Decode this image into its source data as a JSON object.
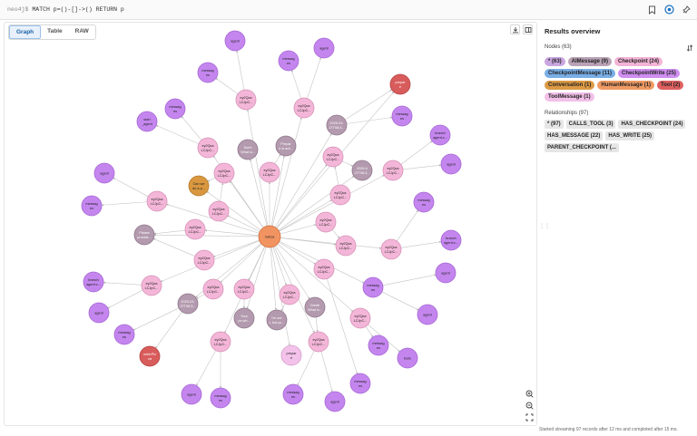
{
  "query": {
    "prompt": "neo4j$",
    "text": "MATCH p=()-[]->() RETURN p"
  },
  "tabs": [
    "Graph",
    "Table",
    "RAW"
  ],
  "status": "Started streaming 97 records after 12 ms and completed after 15 ms.",
  "colors": {
    "agent": "#c990c0",
    "agent_fill": "#c583e8",
    "message": "#d67cd6",
    "aimessage": "#a5abb6",
    "checkpoint": "#f1b8d8",
    "checkpoint_message": "#6da3de",
    "checkpoint_write": "#c990f0",
    "conversation": "#d6903a",
    "human": "#ec9a5e",
    "tool": "#da5e5e",
    "toolmessage": "#f0bde6"
  },
  "panel": {
    "title": "Results overview",
    "nodes_label": "Nodes (63)",
    "node_chips": [
      {
        "label": "* (63)",
        "color": "#c9a6df"
      },
      {
        "label": "AIMessage (9)",
        "color": "#b9a2b6"
      },
      {
        "label": "Checkpoint (24)",
        "color": "#f3b4d6"
      },
      {
        "label": "CheckpointMessage (11)",
        "color": "#79aee6"
      },
      {
        "label": "CheckpointWrite (25)",
        "color": "#cf8ef0"
      },
      {
        "label": "Conversation (1)",
        "color": "#dc9a45"
      },
      {
        "label": "HumanMessage (1)",
        "color": "#ef9a63"
      },
      {
        "label": "Tool (2)",
        "color": "#de6060"
      },
      {
        "label": "ToolMessage (1)",
        "color": "#f2c0e8"
      }
    ],
    "rels_label": "Relationships (97)",
    "rel_chips": [
      {
        "label": "* (97)"
      },
      {
        "label": "CALLS_TOOL (3)"
      },
      {
        "label": "HAS_CHECKPOINT (24)"
      },
      {
        "label": "HAS_MESSAGE (22)"
      },
      {
        "label": "HAS_WRITE (25)"
      },
      {
        "label": "PARENT_CHECKPOINT (..."
      }
    ]
  },
  "graph": {
    "center": {
      "id": "c",
      "label": "nob1a",
      "type": "human"
    },
    "nodes": [
      {
        "id": "n1",
        "label": "agent",
        "type": "write"
      },
      {
        "id": "n2",
        "label": "agent",
        "type": "write"
      },
      {
        "id": "n3",
        "label": "messag\nes",
        "type": "write"
      },
      {
        "id": "n4",
        "label": "messag\nes",
        "type": "write"
      },
      {
        "id": "n5",
        "label": "ey2Qca\nLCJpC...",
        "type": "checkpoint"
      },
      {
        "id": "n6",
        "label": "ey2Qca\nLCJpC...",
        "type": "checkpoint"
      },
      {
        "id": "n7",
        "label": "prepar\ne",
        "type": "tool"
      },
      {
        "id": "n8",
        "label": "messag\nes",
        "type": "write"
      },
      {
        "id": "n9",
        "label": "2025-03-\n27T08:3...",
        "type": "ai"
      },
      {
        "id": "n10",
        "label": "start\n_agent",
        "type": "write"
      },
      {
        "id": "n11",
        "label": "messag\nes",
        "type": "write"
      },
      {
        "id": "n12",
        "label": "branch\nagent:c...",
        "type": "write"
      },
      {
        "id": "n13",
        "label": "Sure!\nWhat w...",
        "type": "ai"
      },
      {
        "id": "n14",
        "label": "Prepar\ne is aut...",
        "type": "ai"
      },
      {
        "id": "n15",
        "label": "ey2Qca\nLCJpC...",
        "type": "checkpoint"
      },
      {
        "id": "n16",
        "label": "ey2Qca\nLCJpC...",
        "type": "checkpoint"
      },
      {
        "id": "n17",
        "label": "ey2Qca\nLCJpC...",
        "type": "checkpoint"
      },
      {
        "id": "n18",
        "label": "2025-0\n27T08:3...",
        "type": "ai"
      },
      {
        "id": "n19",
        "label": "ey2Qca\nLCJpC...",
        "type": "checkpoint"
      },
      {
        "id": "n20",
        "label": "agent",
        "type": "write"
      },
      {
        "id": "n21",
        "label": "agent",
        "type": "write"
      },
      {
        "id": "n22",
        "label": "Can we\ndo a p...",
        "type": "conversation"
      },
      {
        "id": "n23",
        "label": "ey2Qca\nLCJpC...",
        "type": "checkpoint"
      },
      {
        "id": "n24",
        "label": "ey2Qca\nLCJpC...",
        "type": "checkpoint"
      },
      {
        "id": "n25",
        "label": "messag\nes",
        "type": "write"
      },
      {
        "id": "n26",
        "label": "messag\nes",
        "type": "write"
      },
      {
        "id": "n27",
        "label": "ey2Qca\nLCJpC...",
        "type": "checkpoint"
      },
      {
        "id": "n28",
        "label": "ey2Qca\nLCJpC...",
        "type": "checkpoint"
      },
      {
        "id": "n29",
        "label": "ey2Qca\nLCJpC...",
        "type": "checkpoint"
      },
      {
        "id": "n30",
        "label": "Please\nprovide...",
        "type": "ai"
      },
      {
        "id": "n31",
        "label": "ey2Qca\nLCJpC...",
        "type": "checkpoint"
      },
      {
        "id": "n32",
        "label": "ey2Qca\nLCJpC...",
        "type": "checkpoint"
      },
      {
        "id": "n33",
        "label": "branch\nagent:c...",
        "type": "write"
      },
      {
        "id": "n34",
        "label": "ey2Qca\nLCJpC...",
        "type": "checkpoint"
      },
      {
        "id": "n35",
        "label": "ey2Qca\nLCJpC...",
        "type": "checkpoint"
      },
      {
        "id": "n36",
        "label": "agent",
        "type": "write"
      },
      {
        "id": "n37",
        "label": "branch\nagent:c...",
        "type": "write"
      },
      {
        "id": "n38",
        "label": "ey2Qca\nLCJpC...",
        "type": "checkpoint"
      },
      {
        "id": "n39",
        "label": "2025-03-\n27T08:3...",
        "type": "ai"
      },
      {
        "id": "n40",
        "label": "ey2Qca\nLCJpC...",
        "type": "checkpoint"
      },
      {
        "id": "n41",
        "label": "ey2Qca\nLCJpC...",
        "type": "checkpoint"
      },
      {
        "id": "n42",
        "label": "messag\nes",
        "type": "write"
      },
      {
        "id": "n43",
        "label": "agent",
        "type": "write"
      },
      {
        "id": "n44",
        "label": "Your\npo.wh...",
        "type": "ai"
      },
      {
        "id": "n45",
        "label": "Great!\nWhat is...",
        "type": "ai"
      },
      {
        "id": "n46",
        "label": "ey2Qca\nLCJpC...",
        "type": "checkpoint"
      },
      {
        "id": "n47",
        "label": "agent",
        "type": "write"
      },
      {
        "id": "n48",
        "label": "messag\nes",
        "type": "write"
      },
      {
        "id": "n49",
        "label": "ey2Qca\nLCJpC...",
        "type": "checkpoint"
      },
      {
        "id": "n50",
        "label": "I'm sor\nr, but yo...",
        "type": "ai"
      },
      {
        "id": "n51",
        "label": "ey2Qca\nLCJpC...",
        "type": "checkpoint"
      },
      {
        "id": "n52",
        "label": "orderPiz\nza",
        "type": "tool"
      },
      {
        "id": "n53",
        "label": "prepar\ne",
        "type": "toolmsg"
      },
      {
        "id": "n54",
        "label": "messag\nes",
        "type": "write"
      },
      {
        "id": "n55",
        "label": "tools",
        "type": "write"
      },
      {
        "id": "n56",
        "label": "agent",
        "type": "write"
      },
      {
        "id": "n57",
        "label": "messag\nes",
        "type": "write"
      },
      {
        "id": "n58",
        "label": "messag\nes",
        "type": "write"
      },
      {
        "id": "n59",
        "label": "agent",
        "type": "write"
      },
      {
        "id": "n60",
        "label": "messag\nes",
        "type": "write"
      },
      {
        "id": "n61",
        "label": "ey2Qca\nLCJpC...",
        "type": "checkpoint"
      },
      {
        "id": "n62",
        "label": "ey2Qca\nLCJpC...",
        "type": "checkpoint"
      }
    ]
  }
}
